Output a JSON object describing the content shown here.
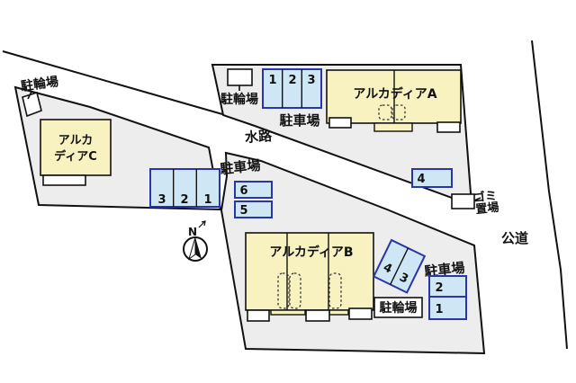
{
  "diagram_type": "site-plan",
  "labels": {
    "building_a": "アルカディアA",
    "building_b": "アルカディアB",
    "building_c_line1": "アルカ",
    "building_c_line2": "ディアC",
    "waterway": "水路",
    "public_road": "公道",
    "garbage_line1": "ゴミ",
    "garbage_line2": "置場",
    "parking": "駐車場",
    "bicycle": "駐輪場",
    "compass_north": "N"
  },
  "spaces": {
    "north_lot": [
      "1",
      "2",
      "3"
    ],
    "west_lot": [
      "3",
      "2",
      "1"
    ],
    "center_lot": [
      "6",
      "5"
    ],
    "east_space": "4",
    "south_rotated": [
      "4",
      "3"
    ],
    "south_lot": [
      "2",
      "1"
    ]
  },
  "colors": {
    "parcel_fill": "#ededed",
    "building_fill": "#f8f2c0",
    "space_fill": "#cfe7f5",
    "space_border": "#2a35a8",
    "line": "#111111",
    "background": "#ffffff"
  }
}
